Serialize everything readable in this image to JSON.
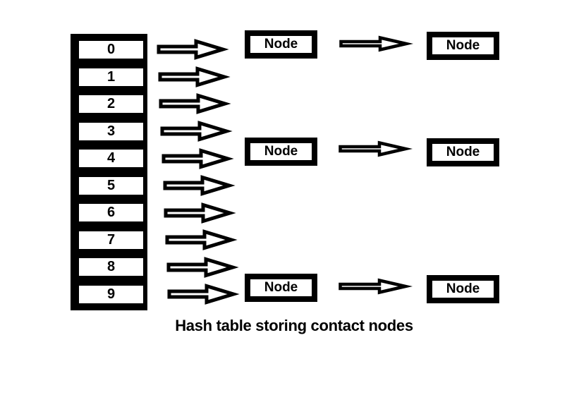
{
  "caption": "Hash table storing contact nodes",
  "hash_table": {
    "buckets": [
      "0",
      "1",
      "2",
      "3",
      "4",
      "5",
      "6",
      "7",
      "8",
      "9"
    ]
  },
  "chains": [
    {
      "bucket": "0",
      "nodes": [
        "Node",
        "Node"
      ]
    },
    {
      "bucket": "4",
      "nodes": [
        "Node",
        "Node"
      ]
    },
    {
      "bucket": "9",
      "nodes": [
        "Node",
        "Node"
      ]
    }
  ],
  "icons": {
    "bucket_arrow": "block-arrow-right",
    "chain_arrow": "block-arrow-right"
  },
  "colors": {
    "line": "#000000",
    "fill": "#ffffff"
  }
}
